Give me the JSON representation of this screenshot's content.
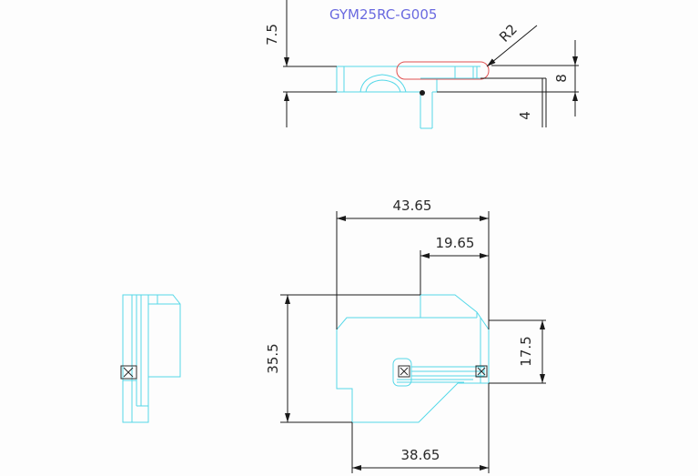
{
  "part_number": "GYM25RC-G005",
  "top_view": {
    "dim_height_top": "7.5",
    "dim_radius": "R2",
    "dim_slot": "8",
    "dim_tab": "4"
  },
  "front_view": {
    "dim_total_width": "43.65",
    "dim_upper_step": "19.65",
    "dim_bottom_width": "38.65",
    "dim_height": "35.5",
    "dim_right_height": "17.5"
  },
  "colors": {
    "outline": "#55d8e8",
    "dimension": "#1a1a1a",
    "title": "#6a6ae0",
    "highlight": "#e05050"
  }
}
